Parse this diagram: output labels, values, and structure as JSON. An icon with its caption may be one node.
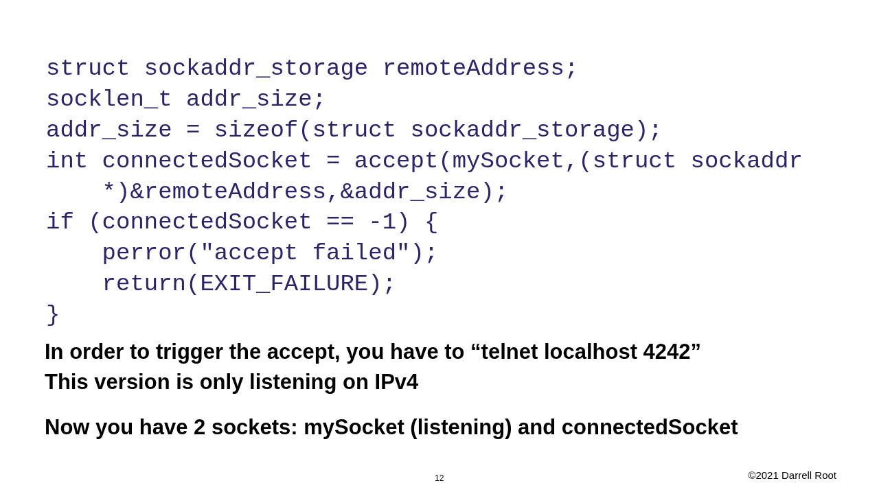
{
  "diagram": {
    "labels": [
      "struct sockaddr_storage remoteAddress;",
      "socklen_t addr_size;",
      "addr_size = sizeof(struct sockaddr_storage);",
      "int connectedSocket = accept(mySocket,(struct sockaddr *)&remoteAddress,&addr_size);",
      "if (connectedSocket == -1) {",
      "perror(\"accept failed\");",
      "return(EXIT_FAILURE);",
      "}",
      "In order to trigger the accept, you have to “telnet localhost 4242”",
      "This version is only listening on IPv4",
      "Now you have 2 sockets: mySocket (listening) and connectedSocket",
      "12",
      "©2021 Darrell Root"
    ]
  }
}
